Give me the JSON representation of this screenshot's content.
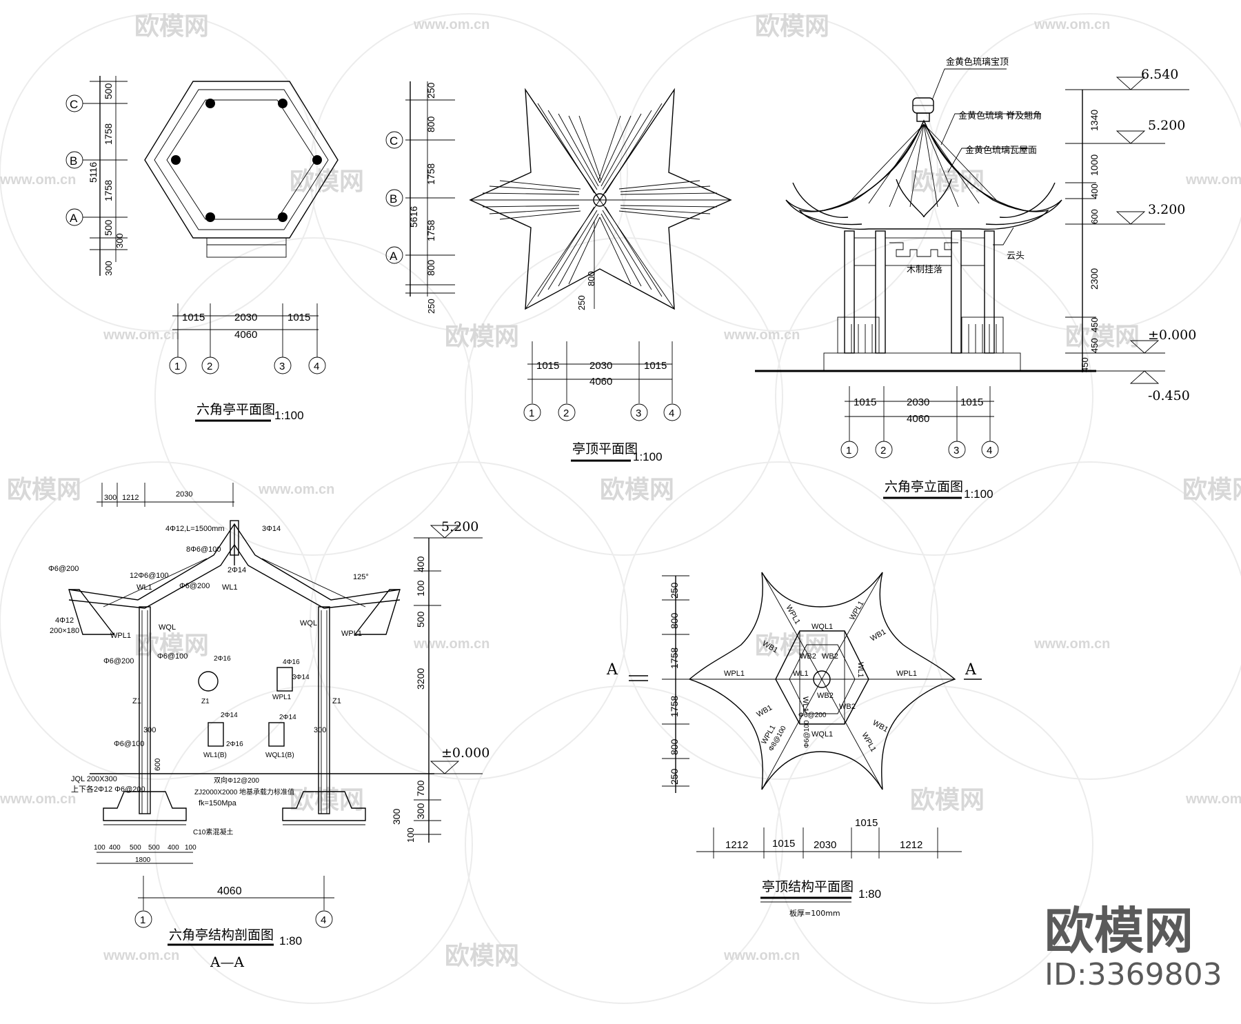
{
  "watermark": {
    "brand": "欧模网",
    "url": "www.om.cn",
    "id_label": "ID:3369803"
  },
  "plan": {
    "title": "六角亭平面图",
    "scale": "1:100",
    "axis_letters": [
      "C",
      "B",
      "A"
    ],
    "vertical_dims": [
      "500",
      "1758",
      "1758",
      "500",
      "300",
      "300"
    ],
    "total_dim": "5116",
    "h_dims": [
      "1015",
      "2030",
      "1015"
    ],
    "h_total": "4060",
    "axis_numbers": [
      "1",
      "2",
      "3",
      "4"
    ]
  },
  "roof_plan": {
    "title": "亭顶平面图",
    "scale": "1:100",
    "axis_letters": [
      "C",
      "B",
      "A"
    ],
    "vertical_dims": [
      "250",
      "800",
      "1758",
      "1758",
      "800",
      "250"
    ],
    "total_dim": "5616",
    "inner_dims": [
      "800",
      "250"
    ],
    "h_dims": [
      "1015",
      "2030",
      "1015"
    ],
    "h_total": "4060",
    "axis_numbers": [
      "1",
      "2",
      "3",
      "4"
    ]
  },
  "elevation": {
    "title": "六角亭立面图",
    "scale": "1:100",
    "callouts": [
      "金黄色琉璃宝顶",
      "金黄色琉璃 脊及翘角",
      "金黄色琉璃瓦屋面",
      "云头",
      "木制挂落"
    ],
    "levels": [
      "6.540",
      "5.200",
      "3.200",
      "±0.000",
      "-0.450"
    ],
    "vertical_dims": [
      "1340",
      "1000",
      "400",
      "600",
      "2300",
      "450",
      "450",
      "450"
    ],
    "h_dims": [
      "1015",
      "2030",
      "1015"
    ],
    "h_total": "4060",
    "axis_numbers": [
      "1",
      "2",
      "3",
      "4"
    ]
  },
  "section": {
    "title": "六角亭结构剖面图",
    "scale": "1:80",
    "section_mark": "A—A",
    "top_dims": [
      "300",
      "1212",
      "2030"
    ],
    "levels": [
      "5.200",
      "±0.000"
    ],
    "vertical_dims": [
      "400",
      "100",
      "500",
      "3200",
      "700",
      "300",
      "300",
      "100"
    ],
    "labels": [
      "4Φ12,L=1500mm",
      "8Φ6@100",
      "3Φ14",
      "2Φ14",
      "Φ6@200",
      "12Φ6@100",
      "WL1",
      "Φ6@200",
      "WL1",
      "4Φ12",
      "200×180",
      "WPL1",
      "WQL",
      "WQL",
      "WPL1",
      "Φ6@200",
      "Φ6@100",
      "Z1",
      "Z1",
      "300",
      "300",
      "Φ6@100",
      "600",
      "JQL 200X300",
      "上下各2Φ12 Φ6@200",
      "双向Φ12@200",
      "ZJ2000X2000 地基承载力标准值",
      "fk=150Mpa",
      "C10素混凝土",
      "125°",
      "Z1",
      "WPL1",
      "WL1(B)",
      "WQL1(B)",
      "2Φ16",
      "4Φ16",
      "2Φ14",
      "3Φ14",
      "2Φ14",
      "2Φ16"
    ],
    "footing_dims": [
      "100",
      "400",
      "500",
      "500",
      "400",
      "100"
    ],
    "footing_total": "1800",
    "bottom_dim": "4060",
    "axis_numbers": [
      "1",
      "4"
    ]
  },
  "roof_structure": {
    "title": "亭顶结构平面图",
    "scale": "1:80",
    "note": "板厚=100mm",
    "section_marks": [
      "A",
      "A"
    ],
    "vertical_dims": [
      "250",
      "800",
      "1758",
      "1758",
      "800",
      "250"
    ],
    "h_dims": [
      "1212",
      "1015",
      "2030",
      "1015",
      "1212"
    ],
    "beam_labels": [
      "WPL1",
      "WPL1",
      "WPL1",
      "WPL1",
      "WPL1",
      "WPL1",
      "WQL1",
      "WQL1",
      "WB1",
      "WB1",
      "WB1",
      "WB1",
      "WB2",
      "WB2",
      "WB2",
      "WB2",
      "WL1",
      "WL1",
      "WL1",
      "Φ6@200",
      "Φ6@100",
      "Φ8@100"
    ]
  }
}
